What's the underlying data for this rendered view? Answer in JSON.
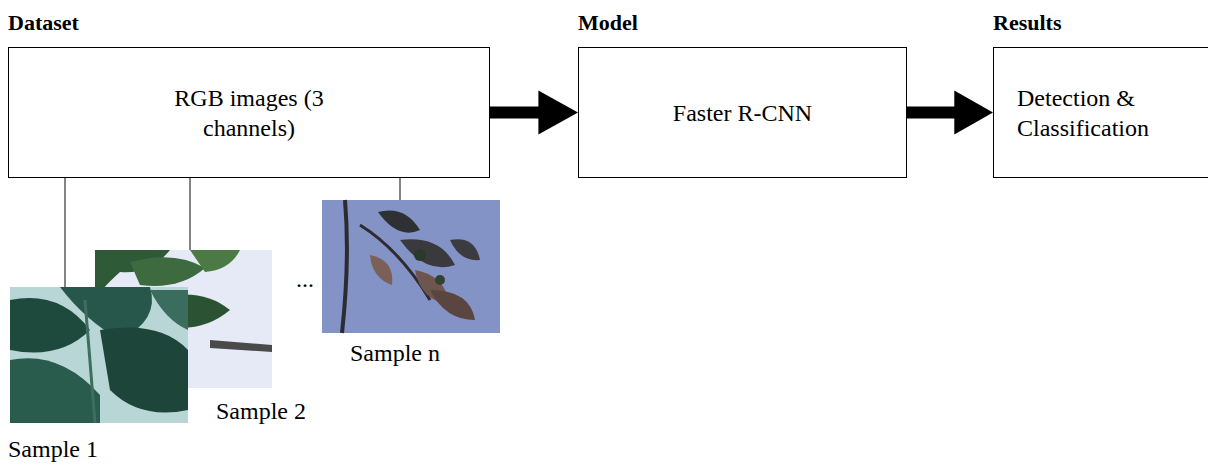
{
  "diagram": {
    "nodes": [
      {
        "text": [
          "Dataset",
          "RGB images (3 channels)"
        ]
      },
      {
        "text": [
          "Model",
          "Faster R-CNN"
        ]
      },
      {
        "text": [
          "Results",
          "Detection & Classification"
        ]
      }
    ],
    "edges": [
      {
        "from": 0,
        "to": 1,
        "arrow": "to"
      },
      {
        "from": 1,
        "to": 2,
        "arrow": "to"
      }
    ],
    "labels": [
      "...",
      "Sample n",
      "Sample 2",
      "Sample 1"
    ]
  }
}
